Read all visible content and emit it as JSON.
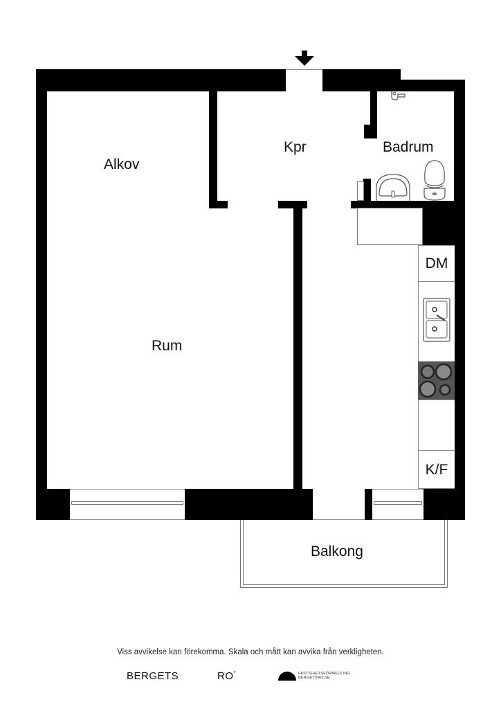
{
  "floorplan": {
    "entrance_marker": "arrow-down",
    "rooms": {
      "alkov": "Alkov",
      "kpr": "Kpr",
      "badrum": "Badrum",
      "rum": "Rum",
      "balkong": "Balkong"
    },
    "kitchen": {
      "dm": "DM",
      "kf": "K/F"
    },
    "colors": {
      "wall": "#000000",
      "stove": "#555555",
      "outline": "#777777"
    }
  },
  "footer": {
    "disclaimer": "Viss avvikelse kan förekomma. Skala och mått kan avvika från verkligheten.",
    "logo_left": "BERGETS",
    "logo_mid": "RO",
    "logo_mid_mark": "°",
    "logo_right_line1": "FASTIGHETSFÖRMEDLING",
    "logo_right_line2": "BERGETSRO.SE"
  }
}
